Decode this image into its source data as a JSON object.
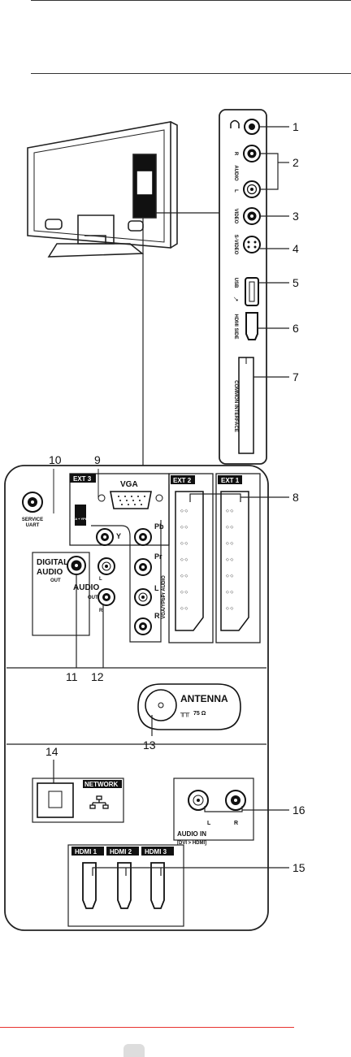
{
  "side_panel": {
    "labels": {
      "headphones": "",
      "audio": "AUDIO",
      "r": "R",
      "l": "L",
      "video": "VIDEO",
      "svideo": "S-VIDEO",
      "usb": "USB",
      "hdmi_side": "HDMI SIDE",
      "common_interface": "COMMON INTERFACE"
    },
    "numbers": [
      "1",
      "2",
      "3",
      "4",
      "5",
      "6",
      "7"
    ]
  },
  "rear_panel": {
    "labels": {
      "ext3": "EXT 3",
      "vga": "VGA",
      "ext2": "EXT 2",
      "ext1": "EXT 1",
      "service_uart_1": "SERVICE",
      "service_uart_2": "UART",
      "vga_ypbpr_badge": "VGA + YPbPr",
      "y": "Y",
      "pb": "Pb",
      "pr": "Pr",
      "l": "L",
      "r": "R",
      "audio_vertical": "VGA/YPbPr AUDIO",
      "digital": "DIGITAL",
      "digital_audio": "AUDIO",
      "digital_out": "OUT",
      "audio_out": "AUDIO",
      "audio_out_2": "OUT",
      "audio_out_l": "L",
      "audio_out_r": "R",
      "antenna": "ANTENNA",
      "antenna_ohm": "75 Ω",
      "network": "NETWORK",
      "audio_in": "AUDIO IN",
      "audio_in_sub": "[DVI > HDMI]",
      "audio_in_l": "L",
      "audio_in_r": "R",
      "hdmi1": "HDMI 1",
      "hdmi2": "HDMI 2",
      "hdmi3": "HDMI 3"
    },
    "numbers": [
      "8",
      "9",
      "10",
      "11",
      "12",
      "13",
      "14",
      "15",
      "16"
    ]
  },
  "colors": {
    "accent_line": "#e8322e",
    "ink": "#1a1a1a",
    "panel_fill": "#ffffff"
  }
}
